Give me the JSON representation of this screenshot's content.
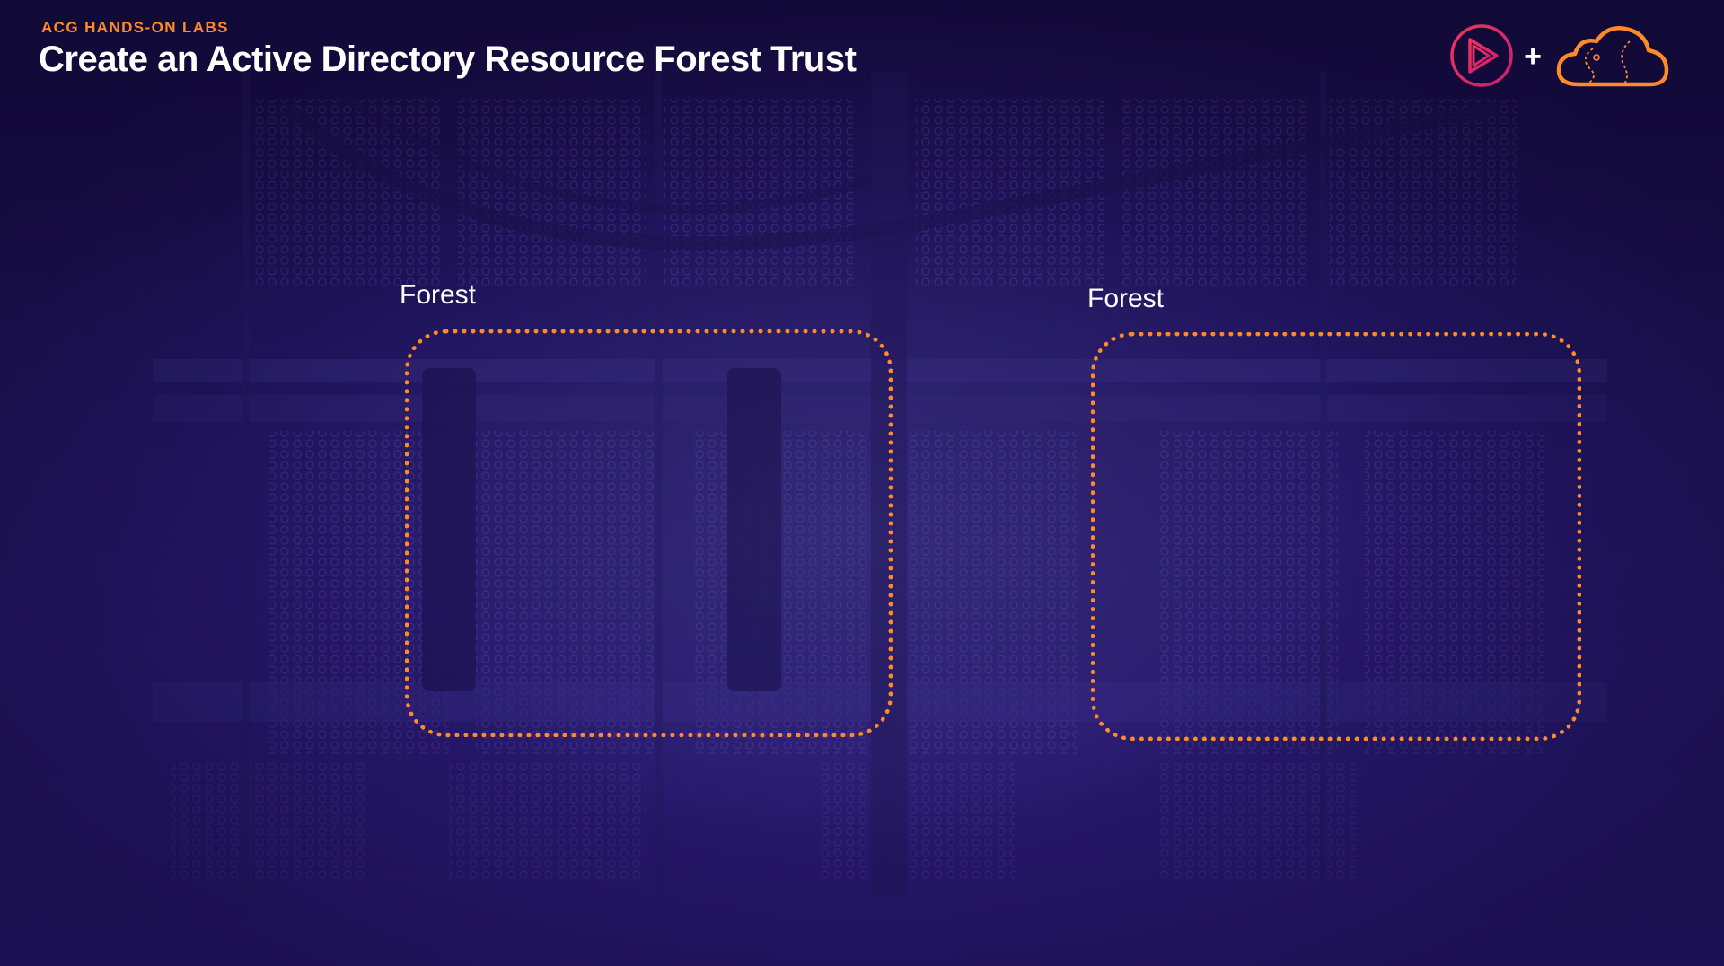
{
  "header": {
    "lab_tag": "ACG HANDS-ON LABS",
    "title": "Create an Active Directory Resource Forest Trust"
  },
  "logos": {
    "play_icon": "pluralsight-play-icon",
    "plus_symbol": "+",
    "cloud_icon": "acloudguru-cloud-icon"
  },
  "diagram": {
    "forests": [
      {
        "label": "Forest"
      },
      {
        "label": "Forest"
      }
    ]
  },
  "colors": {
    "accent_orange": "#ff8a2a",
    "background_purple": "#1e1358",
    "logo_pink": "#e0245e"
  }
}
